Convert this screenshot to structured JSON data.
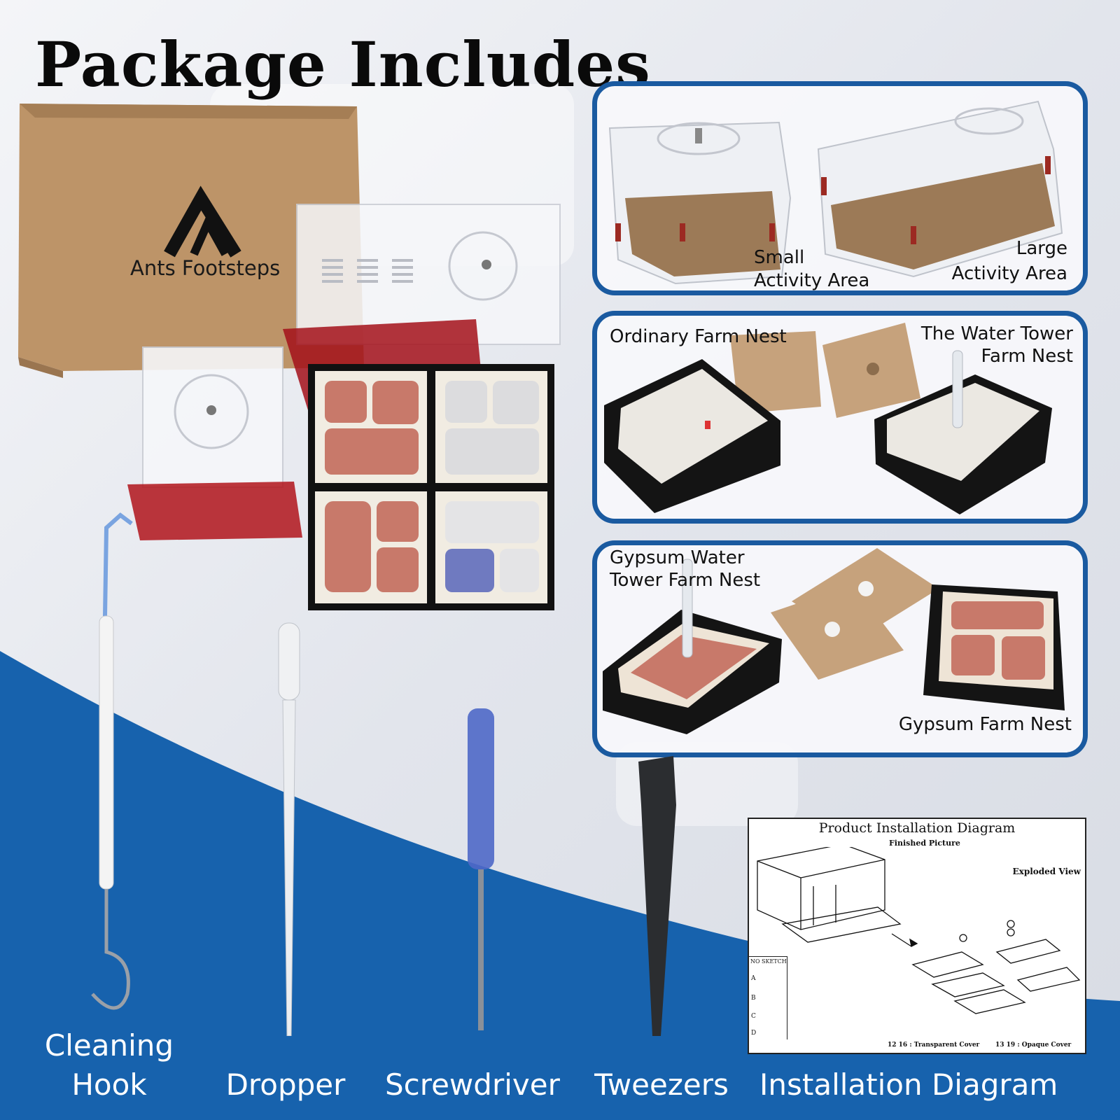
{
  "page": {
    "title": "Package Includes"
  },
  "brand": {
    "name": "Ants Footsteps"
  },
  "activity_panel": {
    "small_label_line1": "Small",
    "small_label_line2": "Activity Area",
    "large_label_line1": "Large",
    "large_label_line2": "Activity Area"
  },
  "nest_panel": {
    "ordinary_label": "Ordinary Farm Nest",
    "water_tower_line1": "The Water Tower",
    "water_tower_line2": "Farm Nest"
  },
  "gypsum_panel": {
    "gypsum_water_line1": "Gypsum Water",
    "gypsum_water_line2": "Tower Farm Nest",
    "gypsum_label": "Gypsum Farm Nest"
  },
  "tools": {
    "cleaning_line1": "Cleaning",
    "cleaning_line2": "Hook",
    "dropper": "Dropper",
    "screwdriver": "Screwdriver",
    "tweezers": "Tweezers",
    "installation": "Installation Diagram"
  },
  "installation_diagram": {
    "heading": "Product Installation Diagram",
    "finished": "Finished Picture",
    "exploded": "Exploded View",
    "table_no": "NO",
    "table_sketch": "SKETCH",
    "rows": [
      "A",
      "B",
      "C",
      "D"
    ],
    "note_transparent": "12 16 : Transparent Cover",
    "note_opaque": "13 19 : Opaque Cover"
  },
  "colors": {
    "accent_blue": "#1a5aa0",
    "cardboard": "#b58e63",
    "gypsum_pink": "#c8796a",
    "red_acrylic": "#a0161a"
  }
}
